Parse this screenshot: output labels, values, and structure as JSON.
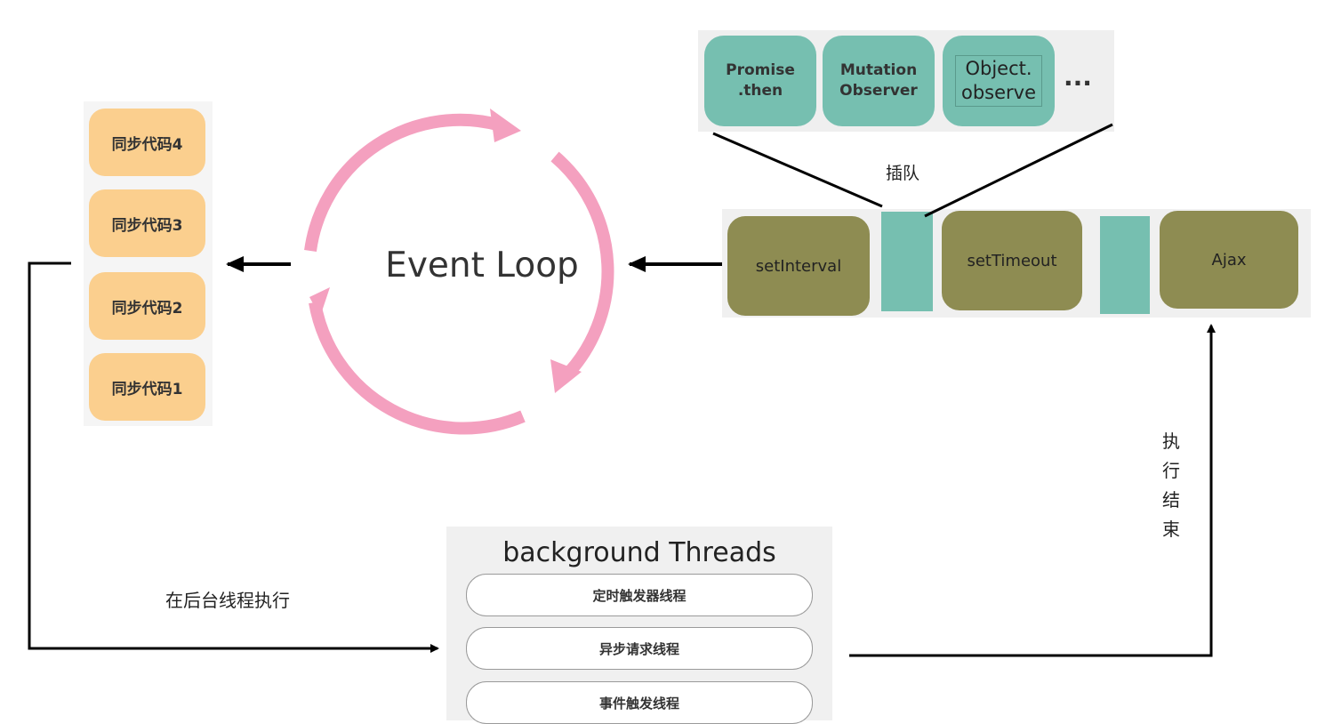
{
  "sync_stack": {
    "items": [
      "同步代码4",
      "同步代码3",
      "同步代码2",
      "同步代码1"
    ]
  },
  "event_loop": {
    "label": "Event Loop",
    "arc_color": "#f4a0bf"
  },
  "microtasks": {
    "items": [
      {
        "line1": "Promise",
        "line2": ".then"
      },
      {
        "line1": "Mutation",
        "line2": "Observer"
      },
      {
        "line1": "Object.",
        "line2": "observe"
      }
    ],
    "more": "...",
    "color": "#76bfb0"
  },
  "queue_label": "插队",
  "macrotasks": {
    "items": [
      "setInterval",
      "setTimeout",
      "Ajax"
    ],
    "color": "#8e8c52"
  },
  "done_label": [
    "执",
    "行",
    "结",
    "束"
  ],
  "background_label": "在后台线程执行",
  "background_threads": {
    "title": "background Threads",
    "items": [
      "定时触发器线程",
      "异步请求线程",
      "事件触发线程"
    ]
  }
}
